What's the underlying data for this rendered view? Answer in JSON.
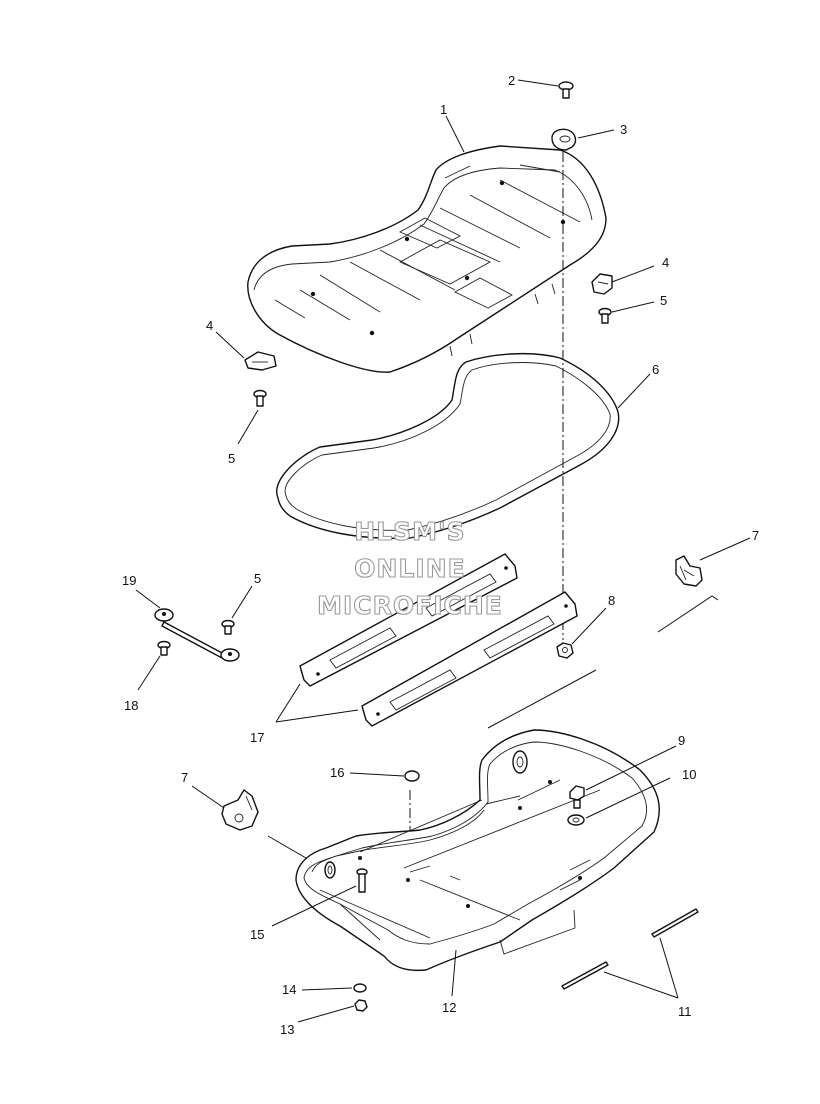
{
  "watermark": {
    "line1": "HLSM'S",
    "line2": "ONLINE",
    "line3": "MICROFICHE"
  },
  "callouts": [
    {
      "id": "c2",
      "text": "2"
    },
    {
      "id": "c1",
      "text": "1"
    },
    {
      "id": "c3",
      "text": "3"
    },
    {
      "id": "c4a",
      "text": "4"
    },
    {
      "id": "c5a",
      "text": "5"
    },
    {
      "id": "c4b",
      "text": "4"
    },
    {
      "id": "c5b",
      "text": "5"
    },
    {
      "id": "c6",
      "text": "6"
    },
    {
      "id": "c7a",
      "text": "7"
    },
    {
      "id": "c19",
      "text": "19"
    },
    {
      "id": "c5c",
      "text": "5"
    },
    {
      "id": "c8",
      "text": "8"
    },
    {
      "id": "c18",
      "text": "18"
    },
    {
      "id": "c17",
      "text": "17"
    },
    {
      "id": "c9",
      "text": "9"
    },
    {
      "id": "c16",
      "text": "16"
    },
    {
      "id": "c7b",
      "text": "7"
    },
    {
      "id": "c10",
      "text": "10"
    },
    {
      "id": "c15",
      "text": "15"
    },
    {
      "id": "c14",
      "text": "14"
    },
    {
      "id": "c12",
      "text": "12"
    },
    {
      "id": "c11",
      "text": "11"
    },
    {
      "id": "c13",
      "text": "13"
    }
  ]
}
